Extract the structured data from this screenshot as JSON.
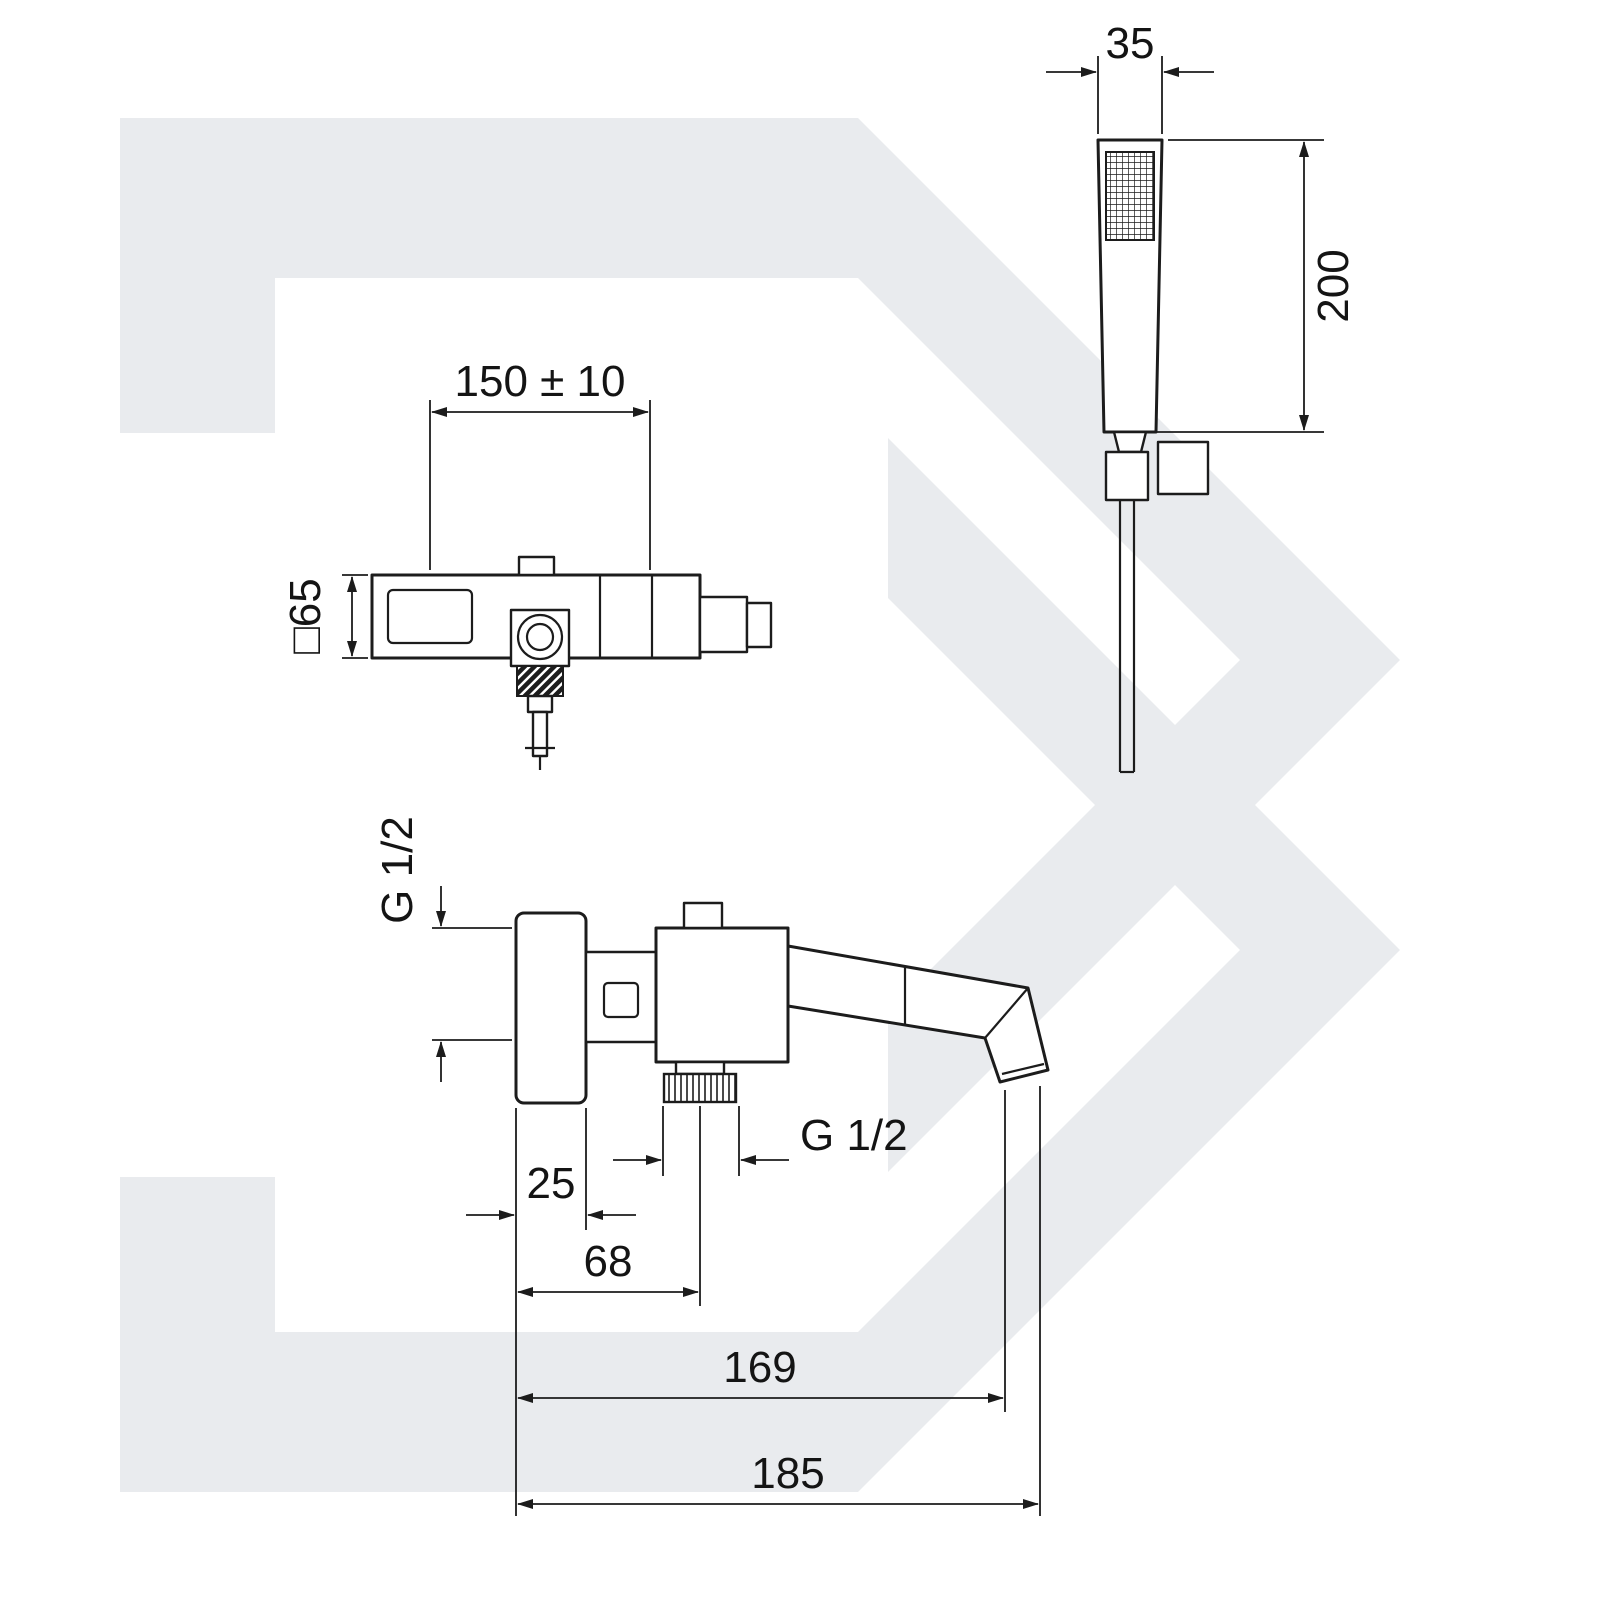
{
  "colors": {
    "background": "#ffffff",
    "line": "#1c1c1c",
    "watermark": "#e9ebee"
  },
  "dimensions": {
    "hand_shower": {
      "width": "35",
      "height": "200"
    },
    "top_view": {
      "centers": "150 ± 10",
      "section": "□65"
    },
    "front_view": {
      "inlet_thread": "G 1/2",
      "outlet_thread": "G 1/2",
      "wall_depth": "25",
      "outlet_offset": "68",
      "spout_center": "169",
      "overall_length": "185"
    }
  }
}
